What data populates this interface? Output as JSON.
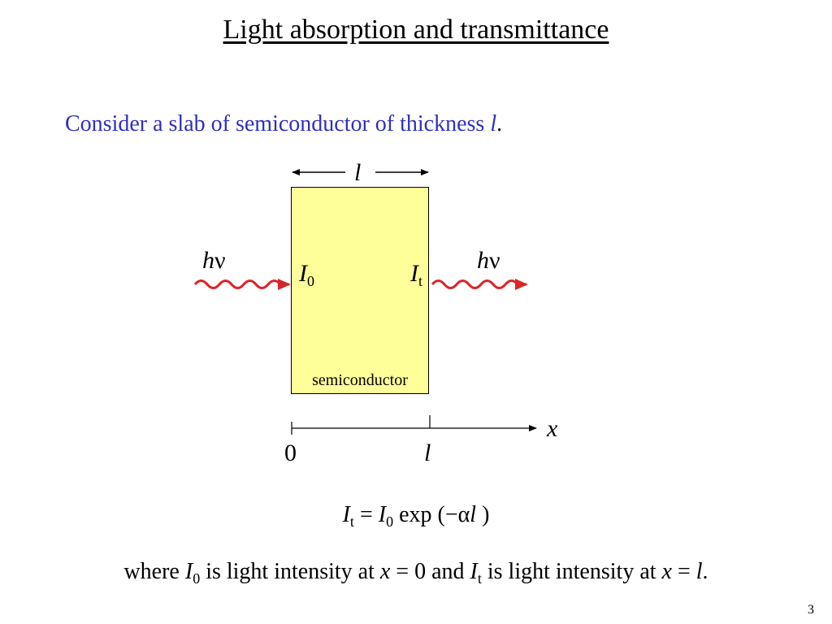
{
  "slide": {
    "title": "Light absorption and transmittance",
    "page_number": "3"
  },
  "intro": {
    "text": "Consider a slab of semiconductor of thickness ",
    "var": "l",
    "end": "."
  },
  "diagram": {
    "thickness_label": "l",
    "slab_label": "semiconductor",
    "photon_in": {
      "h": "h",
      "nu": "ν"
    },
    "photon_out": {
      "h": "h",
      "nu": "ν"
    },
    "incident_intensity": {
      "symbol": "I",
      "sub": "0"
    },
    "transmitted_intensity": {
      "symbol": "I",
      "sub": "t"
    },
    "axis": {
      "label": "x",
      "tick_start": "0",
      "tick_end": "l"
    },
    "colors": {
      "slab": "#ffff99",
      "photon": "#d9262a",
      "intro_text": "#2f2fbf"
    }
  },
  "equation": {
    "lhs_symbol": "I",
    "lhs_sub": "t",
    "equals": " = ",
    "rhs_symbol": "I",
    "rhs_sub": "0",
    "func": " exp (",
    "minus_alpha": "−α",
    "var": "l",
    "close": " )"
  },
  "explanation": {
    "p1": "where ",
    "i0_symbol": "I",
    "i0_sub": "0",
    "p2": " is light intensity at ",
    "x1": "x",
    "p3": " = 0 and ",
    "it_symbol": "I",
    "it_sub": "t",
    "p4": " is light intensity at ",
    "x2": "x",
    "p5": " = ",
    "l": "l",
    "p6": "."
  }
}
